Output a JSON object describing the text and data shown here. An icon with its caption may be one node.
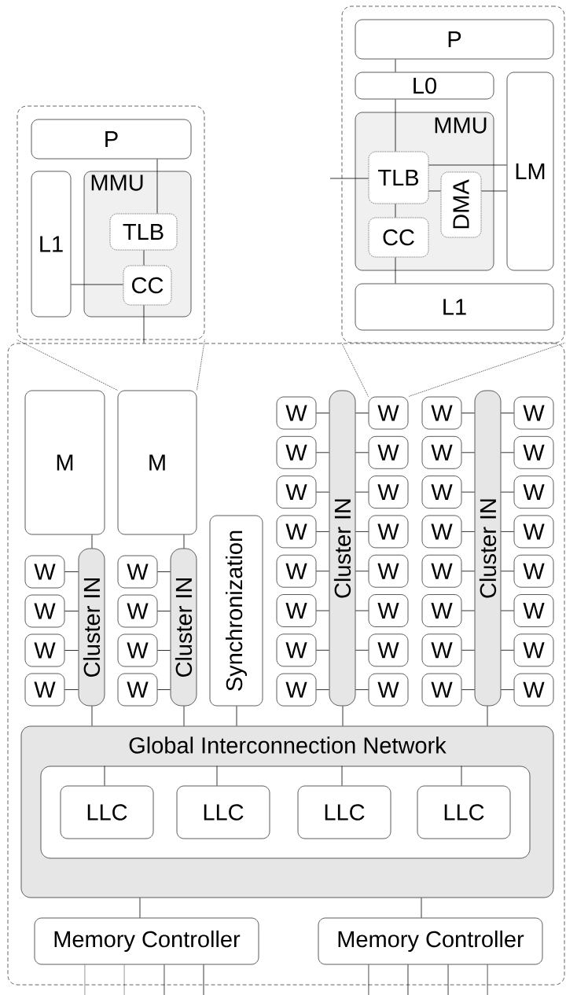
{
  "diagram": {
    "nodes": [
      {
        "text": [],
        "shape": "box"
      },
      {
        "text": [
          "P"
        ],
        "in": 0
      },
      {
        "text": [
          "L1"
        ],
        "in": 0
      },
      {
        "text": [
          "MMU"
        ],
        "in": 0
      },
      {
        "text": [
          "TLB"
        ],
        "in": 3
      },
      {
        "text": [
          "CC"
        ],
        "in": 3
      },
      {
        "text": [],
        "shape": "box"
      },
      {
        "text": [
          "P"
        ],
        "in": 6
      },
      {
        "text": [
          "L0"
        ],
        "in": 6
      },
      {
        "text": [
          "LM"
        ],
        "in": 6
      },
      {
        "text": [
          "MMU"
        ],
        "in": 6
      },
      {
        "text": [
          "TLB"
        ],
        "in": 10
      },
      {
        "text": [
          "DMA"
        ],
        "in": 10
      },
      {
        "text": [
          "CC"
        ],
        "in": 10
      },
      {
        "text": [
          "L1"
        ],
        "in": 6
      },
      {
        "text": [],
        "shape": "box"
      },
      {
        "text": [
          "M"
        ],
        "in": 15
      },
      {
        "text": [
          "M"
        ],
        "in": 15
      },
      {
        "text": [
          "W"
        ],
        "in": 15
      },
      {
        "text": [
          "W"
        ],
        "in": 15
      },
      {
        "text": [
          "W"
        ],
        "in": 15
      },
      {
        "text": [
          "W"
        ],
        "in": 15
      },
      {
        "text": [
          "Cluster IN"
        ],
        "in": 15
      },
      {
        "text": [
          "W"
        ],
        "in": 15
      },
      {
        "text": [
          "W"
        ],
        "in": 15
      },
      {
        "text": [
          "W"
        ],
        "in": 15
      },
      {
        "text": [
          "W"
        ],
        "in": 15
      },
      {
        "text": [
          "Cluster IN"
        ],
        "in": 15
      },
      {
        "text": [
          "Synchronization"
        ],
        "in": 15
      },
      {
        "text": [
          "W"
        ],
        "in": 15
      },
      {
        "text": [
          "W"
        ],
        "in": 15
      },
      {
        "text": [
          "W"
        ],
        "in": 15
      },
      {
        "text": [
          "W"
        ],
        "in": 15
      },
      {
        "text": [
          "W"
        ],
        "in": 15
      },
      {
        "text": [
          "W"
        ],
        "in": 15
      },
      {
        "text": [
          "W"
        ],
        "in": 15
      },
      {
        "text": [
          "W"
        ],
        "in": 15
      },
      {
        "text": [
          "Cluster IN"
        ],
        "in": 15
      },
      {
        "text": [
          "W"
        ],
        "in": 15
      },
      {
        "text": [
          "W"
        ],
        "in": 15
      },
      {
        "text": [
          "W"
        ],
        "in": 15
      },
      {
        "text": [
          "W"
        ],
        "in": 15
      },
      {
        "text": [
          "W"
        ],
        "in": 15
      },
      {
        "text": [
          "W"
        ],
        "in": 15
      },
      {
        "text": [
          "W"
        ],
        "in": 15
      },
      {
        "text": [
          "W"
        ],
        "in": 15
      },
      {
        "text": [
          "W"
        ],
        "in": 15
      },
      {
        "text": [
          "W"
        ],
        "in": 15
      },
      {
        "text": [
          "W"
        ],
        "in": 15
      },
      {
        "text": [
          "W"
        ],
        "in": 15
      },
      {
        "text": [
          "W"
        ],
        "in": 15
      },
      {
        "text": [
          "W"
        ],
        "in": 15
      },
      {
        "text": [
          "W"
        ],
        "in": 15
      },
      {
        "text": [
          "W"
        ],
        "in": 15
      },
      {
        "text": [
          "Cluster IN"
        ],
        "in": 15
      },
      {
        "text": [
          "W"
        ],
        "in": 15
      },
      {
        "text": [
          "W"
        ],
        "in": 15
      },
      {
        "text": [
          "W"
        ],
        "in": 15
      },
      {
        "text": [
          "W"
        ],
        "in": 15
      },
      {
        "text": [
          "W"
        ],
        "in": 15
      },
      {
        "text": [
          "W"
        ],
        "in": 15
      },
      {
        "text": [
          "W"
        ],
        "in": 15
      },
      {
        "text": [
          "W"
        ],
        "in": 15
      },
      {
        "text": [
          "Global Interconnection Network"
        ],
        "in": 15
      },
      {
        "text": [],
        "shape": "box",
        "in": 63
      },
      {
        "text": [
          "LLC"
        ],
        "in": 64
      },
      {
        "text": [
          "LLC"
        ],
        "in": 64
      },
      {
        "text": [
          "LLC"
        ],
        "in": 64
      },
      {
        "text": [
          "LLC"
        ],
        "in": 64
      },
      {
        "text": [
          "Memory Controller"
        ],
        "in": 15
      },
      {
        "text": [
          "Memory Controller"
        ],
        "in": 15
      }
    ],
    "edges": [
      {
        "from": 1,
        "to": 4,
        "arrow": "none"
      },
      {
        "from": 4,
        "to": 5,
        "arrow": "none"
      },
      {
        "from": 2,
        "to": 5,
        "arrow": "none"
      },
      {
        "from": 5,
        "to": 15,
        "arrow": "none"
      },
      {
        "from": 7,
        "to": 8,
        "arrow": "none"
      },
      {
        "from": 8,
        "to": 11,
        "arrow": "none"
      },
      {
        "from": 11,
        "to": 9,
        "arrow": "none"
      },
      {
        "from": 11,
        "to": 12,
        "arrow": "none"
      },
      {
        "from": 12,
        "to": 9,
        "arrow": "none"
      },
      {
        "from": null,
        "to": 11,
        "arrow": "none"
      },
      {
        "from": 11,
        "to": 13,
        "arrow": "none"
      },
      {
        "from": 13,
        "to": 14,
        "arrow": "none"
      },
      {
        "from": 0,
        "to": 17,
        "arrow": "none",
        "style": "dashed"
      },
      {
        "from": 0,
        "to": 17,
        "arrow": "none",
        "style": "dashed"
      },
      {
        "from": 6,
        "to": 38,
        "arrow": "none",
        "style": "dashed"
      },
      {
        "from": 6,
        "to": 38,
        "arrow": "none",
        "style": "dashed"
      },
      {
        "from": 16,
        "to": 22,
        "arrow": "none"
      },
      {
        "from": 18,
        "to": 22,
        "arrow": "none"
      },
      {
        "from": 19,
        "to": 22,
        "arrow": "none"
      },
      {
        "from": 20,
        "to": 22,
        "arrow": "none"
      },
      {
        "from": 21,
        "to": 22,
        "arrow": "none"
      },
      {
        "from": 17,
        "to": 27,
        "arrow": "none"
      },
      {
        "from": 23,
        "to": 27,
        "arrow": "none"
      },
      {
        "from": 24,
        "to": 27,
        "arrow": "none"
      },
      {
        "from": 25,
        "to": 27,
        "arrow": "none"
      },
      {
        "from": 26,
        "to": 27,
        "arrow": "none"
      },
      {
        "from": 29,
        "to": 37,
        "arrow": "none"
      },
      {
        "from": 30,
        "to": 37,
        "arrow": "none"
      },
      {
        "from": 31,
        "to": 37,
        "arrow": "none"
      },
      {
        "from": 32,
        "to": 37,
        "arrow": "none"
      },
      {
        "from": 33,
        "to": 37,
        "arrow": "none"
      },
      {
        "from": 34,
        "to": 37,
        "arrow": "none"
      },
      {
        "from": 35,
        "to": 37,
        "arrow": "none"
      },
      {
        "from": 36,
        "to": 37,
        "arrow": "none"
      },
      {
        "from": 37,
        "to": 38,
        "arrow": "none"
      },
      {
        "from": 37,
        "to": 39,
        "arrow": "none"
      },
      {
        "from": 37,
        "to": 40,
        "arrow": "none"
      },
      {
        "from": 37,
        "to": 41,
        "arrow": "none"
      },
      {
        "from": 37,
        "to": 42,
        "arrow": "none"
      },
      {
        "from": 37,
        "to": 43,
        "arrow": "none"
      },
      {
        "from": 37,
        "to": 44,
        "arrow": "none"
      },
      {
        "from": 37,
        "to": 45,
        "arrow": "none"
      },
      {
        "from": 46,
        "to": 54,
        "arrow": "none"
      },
      {
        "from": 47,
        "to": 54,
        "arrow": "none"
      },
      {
        "from": 48,
        "to": 54,
        "arrow": "none"
      },
      {
        "from": 49,
        "to": 54,
        "arrow": "none"
      },
      {
        "from": 50,
        "to": 54,
        "arrow": "none"
      },
      {
        "from": 51,
        "to": 54,
        "arrow": "none"
      },
      {
        "from": 52,
        "to": 54,
        "arrow": "none"
      },
      {
        "from": 53,
        "to": 54,
        "arrow": "none"
      },
      {
        "from": 54,
        "to": 55,
        "arrow": "none"
      },
      {
        "from": 54,
        "to": 56,
        "arrow": "none"
      },
      {
        "from": 54,
        "to": 57,
        "arrow": "none"
      },
      {
        "from": 54,
        "to": 58,
        "arrow": "none"
      },
      {
        "from": 54,
        "to": 59,
        "arrow": "none"
      },
      {
        "from": 54,
        "to": 60,
        "arrow": "none"
      },
      {
        "from": 54,
        "to": 61,
        "arrow": "none"
      },
      {
        "from": 54,
        "to": 62,
        "arrow": "none"
      },
      {
        "from": 22,
        "to": 63,
        "arrow": "none"
      },
      {
        "from": 27,
        "to": 63,
        "arrow": "none"
      },
      {
        "from": 28,
        "to": 63,
        "arrow": "none"
      },
      {
        "from": 37,
        "to": 63,
        "arrow": "none"
      },
      {
        "from": 54,
        "to": 63,
        "arrow": "none"
      },
      {
        "from": 65,
        "to": 64,
        "arrow": "none"
      },
      {
        "from": 66,
        "to": 64,
        "arrow": "none"
      },
      {
        "from": 67,
        "to": 64,
        "arrow": "none"
      },
      {
        "from": 68,
        "to": 64,
        "arrow": "none"
      },
      {
        "from": 63,
        "to": 69,
        "arrow": "none"
      },
      {
        "from": 63,
        "to": 70,
        "arrow": "none"
      },
      {
        "from": 69,
        "to": null,
        "arrow": "none"
      },
      {
        "from": 69,
        "to": null,
        "arrow": "none"
      },
      {
        "from": 69,
        "to": null,
        "arrow": "none"
      },
      {
        "from": 69,
        "to": null,
        "arrow": "none"
      },
      {
        "from": 70,
        "to": null,
        "arrow": "none"
      },
      {
        "from": 70,
        "to": null,
        "arrow": "none"
      },
      {
        "from": 70,
        "to": null,
        "arrow": "none"
      },
      {
        "from": 70,
        "to": null,
        "arrow": "none"
      }
    ]
  }
}
